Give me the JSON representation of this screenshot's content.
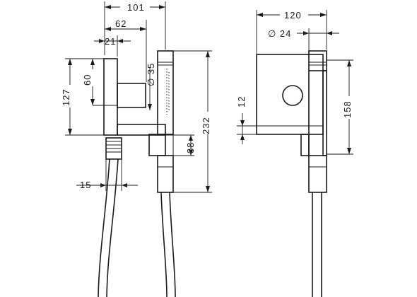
{
  "dimensions": {
    "d101": "101",
    "d62": "62",
    "d21": "21",
    "d60": "60",
    "d127": "127",
    "d35": "∅ 35",
    "d232": "232",
    "d38": "38",
    "d15": "15",
    "d120": "120",
    "d24": "∅ 24",
    "d12": "12",
    "d158": "158"
  }
}
